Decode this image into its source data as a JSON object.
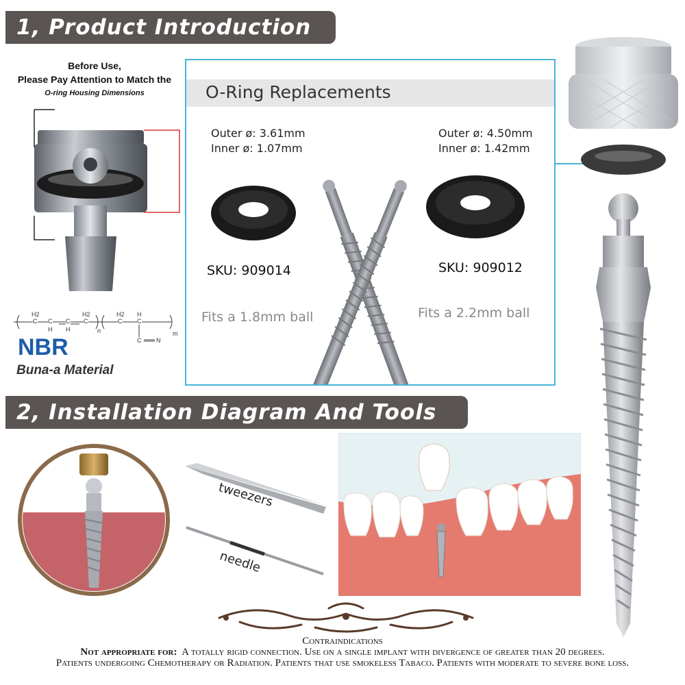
{
  "sections": {
    "one": "1,  Product Introduction",
    "two": "2,  Installation Diagram And Tools"
  },
  "notice": {
    "line1": "Before Use,",
    "line2": "Please Pay Attention to Match the",
    "line3": "O-ring Housing Dimensions"
  },
  "material": {
    "formula_h2a": "H2",
    "formula_c1": "C",
    "formula_h1": "H",
    "formula_c2": "C",
    "formula_h2": "H",
    "formula_h2b": "H2",
    "formula_c3": "C",
    "formula_n": "n",
    "formula_h2c": "H2",
    "formula_c4": "C",
    "formula_h3": "H",
    "formula_c5": "C",
    "formula_cn": "C",
    "formula_nn": "N",
    "formula_m": "m",
    "name": "NBR",
    "desc": "Buna-a Material"
  },
  "oring": {
    "title": "O-Ring Replacements",
    "left": {
      "outer": "Outer ø: 3.61mm",
      "inner": "Inner ø: 1.07mm",
      "sku": "SKU: 909014",
      "fits": "Fits a 1.8mm ball"
    },
    "right": {
      "outer": "Outer ø: 4.50mm",
      "inner": "Inner ø: 1.42mm",
      "sku": "SKU: 909012",
      "fits": "Fits a 2.2mm ball"
    }
  },
  "tools": {
    "tweezers": "tweezers",
    "needle": "needle"
  },
  "contra": {
    "title": "Contraindications",
    "line1_lead": "Not appropriate for:",
    "line1_rest": "A totally rigid connection.   Use on a single implant with divergence of greater than 20 degrees.",
    "line2": "Patients undergoing Chemotherapy or Radiation.   Patients that use smokeless Tabaco.   Patients with moderate to severe bone loss."
  },
  "colors": {
    "banner": "#5a5553",
    "panel_border": "#48b3d8",
    "nbr_blue": "#1d5da8",
    "gum": "#e57a6e",
    "ornament": "#5a3a2a"
  }
}
